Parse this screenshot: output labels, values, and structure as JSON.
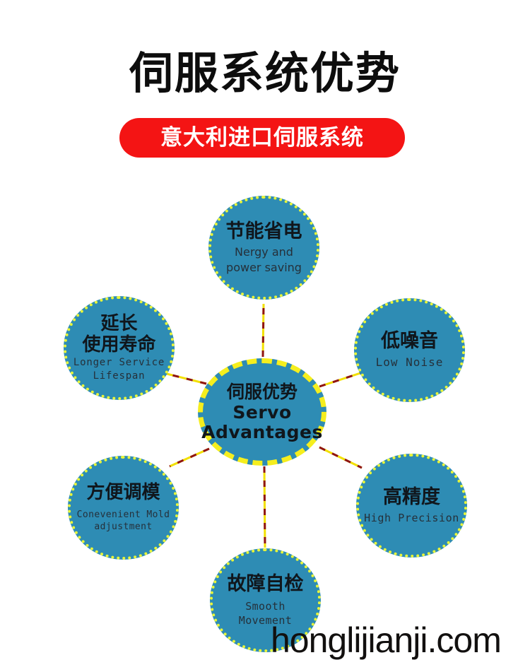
{
  "header": {
    "title": "伺服系统优势",
    "subtitle": "意大利进口伺服系统",
    "pill_color": "#f41414",
    "title_color": "#0d0d0d"
  },
  "theme": {
    "node_fill": "#2e8cb4",
    "node_border": "#e8f53a",
    "center_border": "#f5ee1e",
    "connector_line": "#f2e000",
    "connector_dash": "#8f1414",
    "background": "#ffffff"
  },
  "diagram": {
    "center": {
      "cn": "伺服优势",
      "en": "Servo\nAdvantages"
    },
    "nodes": [
      {
        "id": "energy",
        "cn": "节能省电",
        "en": "Nergy and\npower saving"
      },
      {
        "id": "lifespan",
        "cn": "延长\n使用寿命",
        "en": "Longer Service\nLifespan"
      },
      {
        "id": "noise",
        "cn": "低噪音",
        "en": "Low Noise"
      },
      {
        "id": "mold",
        "cn": "方便调模",
        "en": "Conevenient Mold\nadjustment"
      },
      {
        "id": "precision",
        "cn": "高精度",
        "en": "High Precision"
      },
      {
        "id": "smooth",
        "cn": "故障自检",
        "en": "Smooth\nMovement"
      }
    ]
  },
  "watermark": {
    "text": "honglijianji.com"
  }
}
